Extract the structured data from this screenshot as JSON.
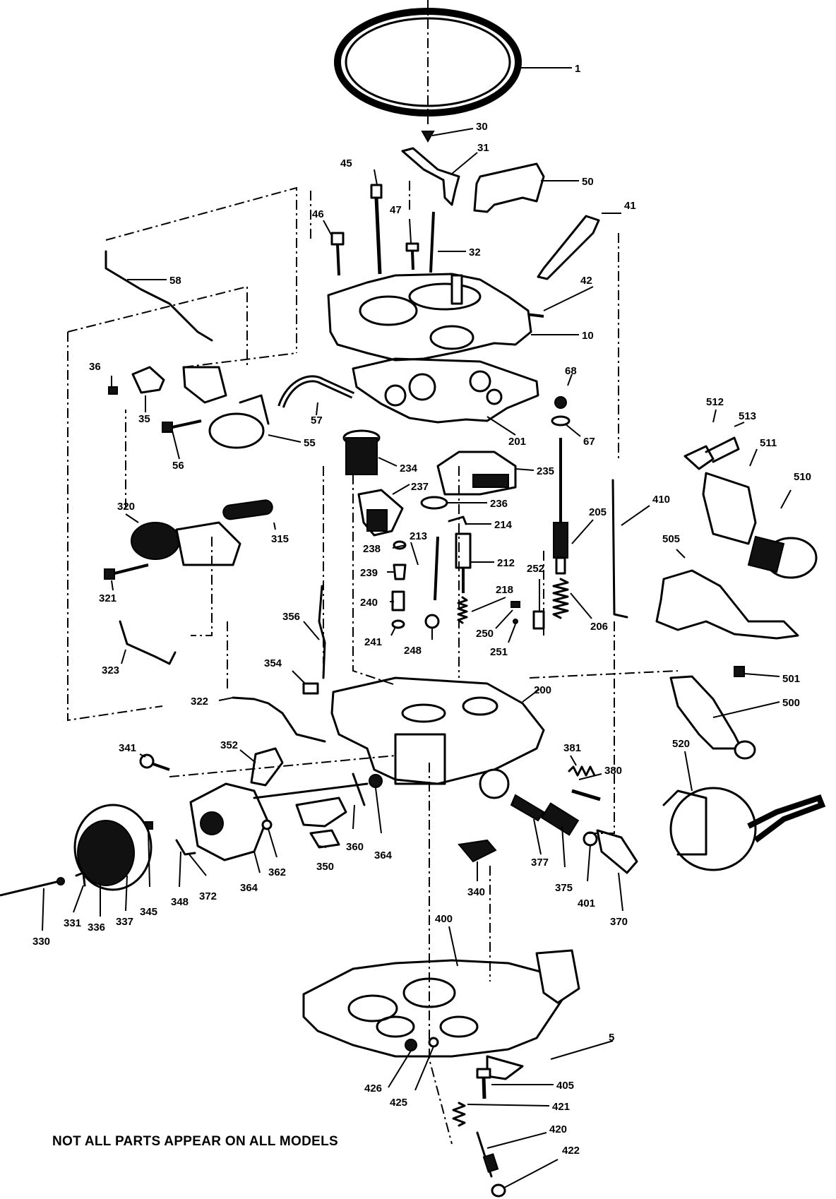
{
  "diagram": {
    "footnote": "NOT ALL PARTS APPEAR ON ALL MODELS",
    "callouts": [
      "1",
      "30",
      "31",
      "50",
      "45",
      "47",
      "46",
      "41",
      "32",
      "58",
      "42",
      "10",
      "36",
      "68",
      "35",
      "57",
      "201",
      "67",
      "56",
      "55",
      "512",
      "513",
      "511",
      "234",
      "235",
      "510",
      "320",
      "315",
      "237",
      "236",
      "205",
      "410",
      "214",
      "213",
      "505",
      "238",
      "212",
      "239",
      "252",
      "321",
      "218",
      "240",
      "206",
      "356",
      "250",
      "241",
      "248",
      "251",
      "323",
      "354",
      "501",
      "200",
      "322",
      "500",
      "341",
      "352",
      "381",
      "520",
      "380",
      "360",
      "364",
      "362",
      "350",
      "377",
      "375",
      "372",
      "364",
      "340",
      "401",
      "370",
      "345",
      "348",
      "337",
      "336",
      "331",
      "330",
      "400",
      "5",
      "405",
      "426",
      "425",
      "421",
      "420",
      "422"
    ]
  }
}
